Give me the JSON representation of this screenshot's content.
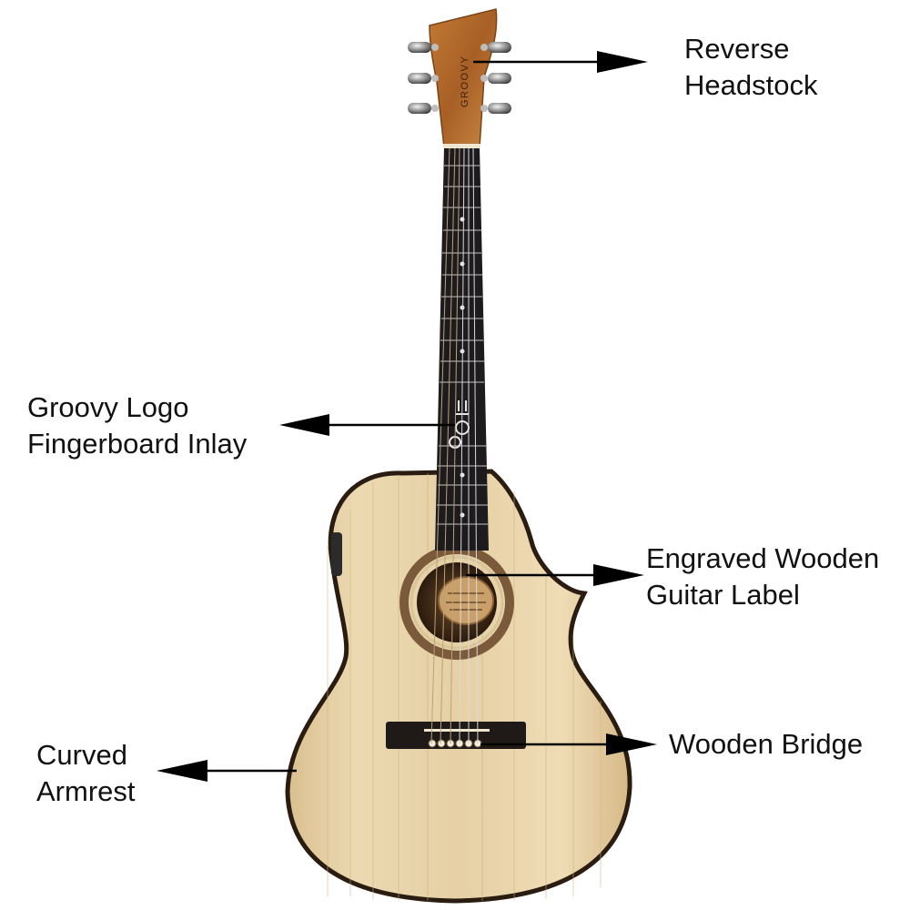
{
  "labels": {
    "headstock": {
      "line1": "Reverse",
      "line2": "Headstock"
    },
    "inlay": {
      "line1": "Groovy Logo",
      "line2": "Fingerboard Inlay"
    },
    "label": {
      "line1": "Engraved Wooden",
      "line2": "Guitar Label"
    },
    "bridge": {
      "line1": "Wooden Bridge"
    },
    "armrest": {
      "line1": "Curved",
      "line2": "Armrest"
    }
  },
  "brand_mark": "GROOVY",
  "colors": {
    "arrow": "#000000",
    "top_wood": "#e8d3a8",
    "fingerboard": "#1e1b1e",
    "headstock": "#b4682c",
    "binding": "#2a1c10"
  }
}
